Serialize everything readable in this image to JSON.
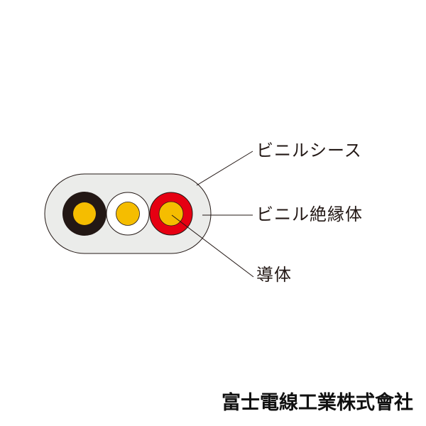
{
  "labels": {
    "sheath": "ビニルシース",
    "insulation": "ビニル絶縁体",
    "conductor": "導体"
  },
  "company": "富士電線工業株式會社",
  "colors": {
    "sheath": "#ebecea",
    "outline": "#231815",
    "conductor": "#f5bd00",
    "core_insulation": [
      "#231815",
      "#ffffff",
      "#e60012"
    ]
  }
}
